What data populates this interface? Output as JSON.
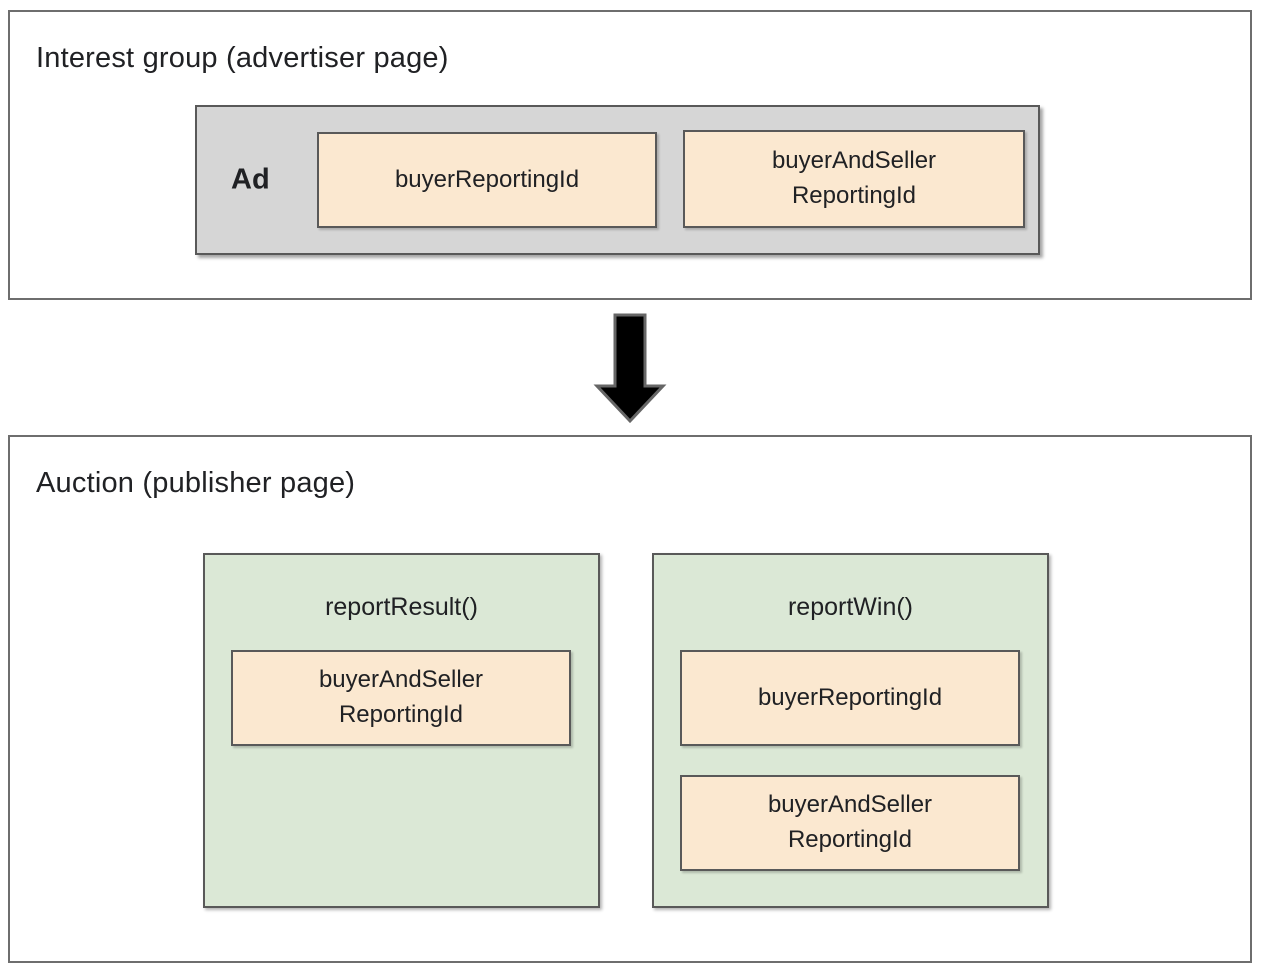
{
  "diagram": {
    "interest_group": {
      "title": "Interest group (advertiser page)",
      "ad": {
        "label": "Ad",
        "fields": [
          {
            "label": "buyerReportingId"
          },
          {
            "label": "buyerAndSeller\nReportingId"
          }
        ]
      }
    },
    "arrow": {
      "icon": "down-arrow-icon",
      "direction": "down"
    },
    "auction": {
      "title": "Auction (publisher page)",
      "functions": [
        {
          "name": "reportResult()",
          "fields": [
            {
              "label": "buyerAndSeller\nReportingId"
            }
          ]
        },
        {
          "name": "reportWin()",
          "fields": [
            {
              "label": "buyerReportingId"
            },
            {
              "label": "buyerAndSeller\nReportingId"
            }
          ]
        }
      ]
    },
    "colors": {
      "outer_border": "#6e6e6e",
      "box_border": "#595959",
      "ad_fill": "#d6d6d6",
      "field_fill": "#fbe8d0",
      "function_fill": "#dbe8d6",
      "arrow_fill": "#000000",
      "arrow_stroke": "#666666",
      "text_color": "#202124"
    }
  }
}
